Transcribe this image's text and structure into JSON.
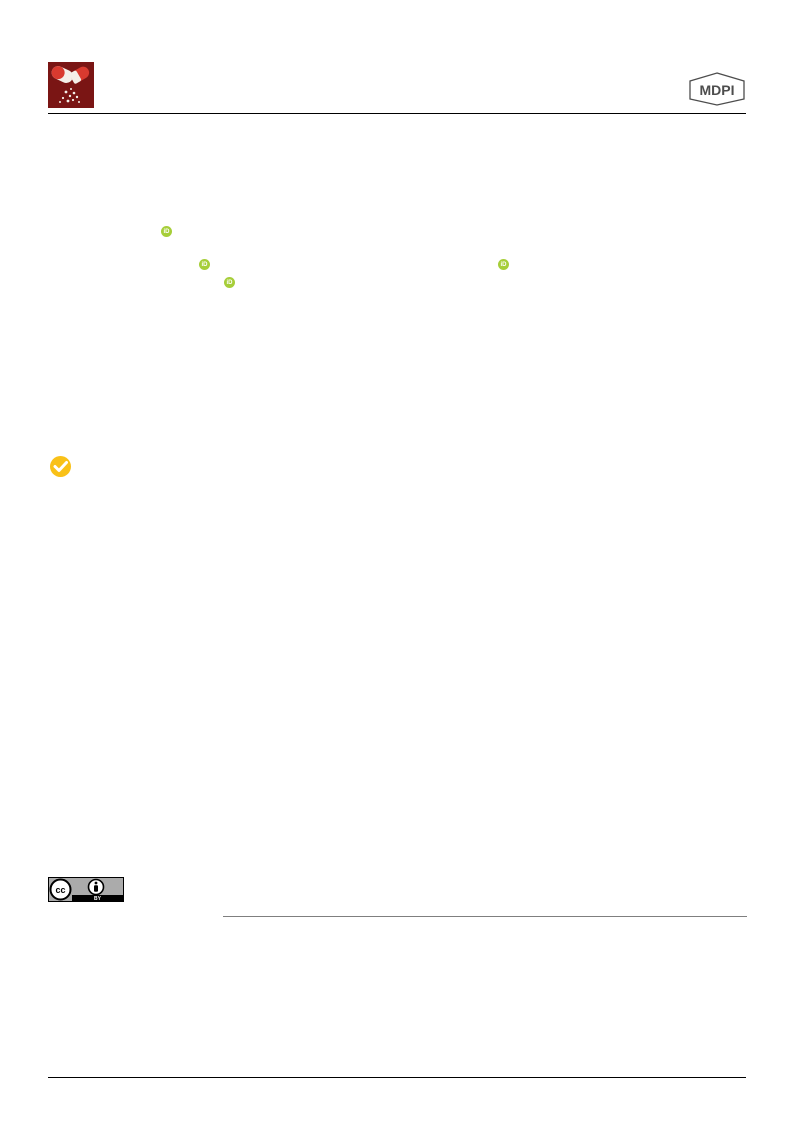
{
  "publisher": {
    "logo_text": "MDPI"
  },
  "orcid": {
    "badge_text": "iD",
    "color": "#a6ce39"
  },
  "updates_badge": {
    "color": "#f9c118"
  },
  "license": {
    "cc_text": "cc",
    "by_text": "BY"
  },
  "colors": {
    "journal_logo_bg": "#7a1514",
    "capsule_red": "#d93a2f",
    "capsule_white": "#f4efe8",
    "license_bg": "#ababab"
  }
}
